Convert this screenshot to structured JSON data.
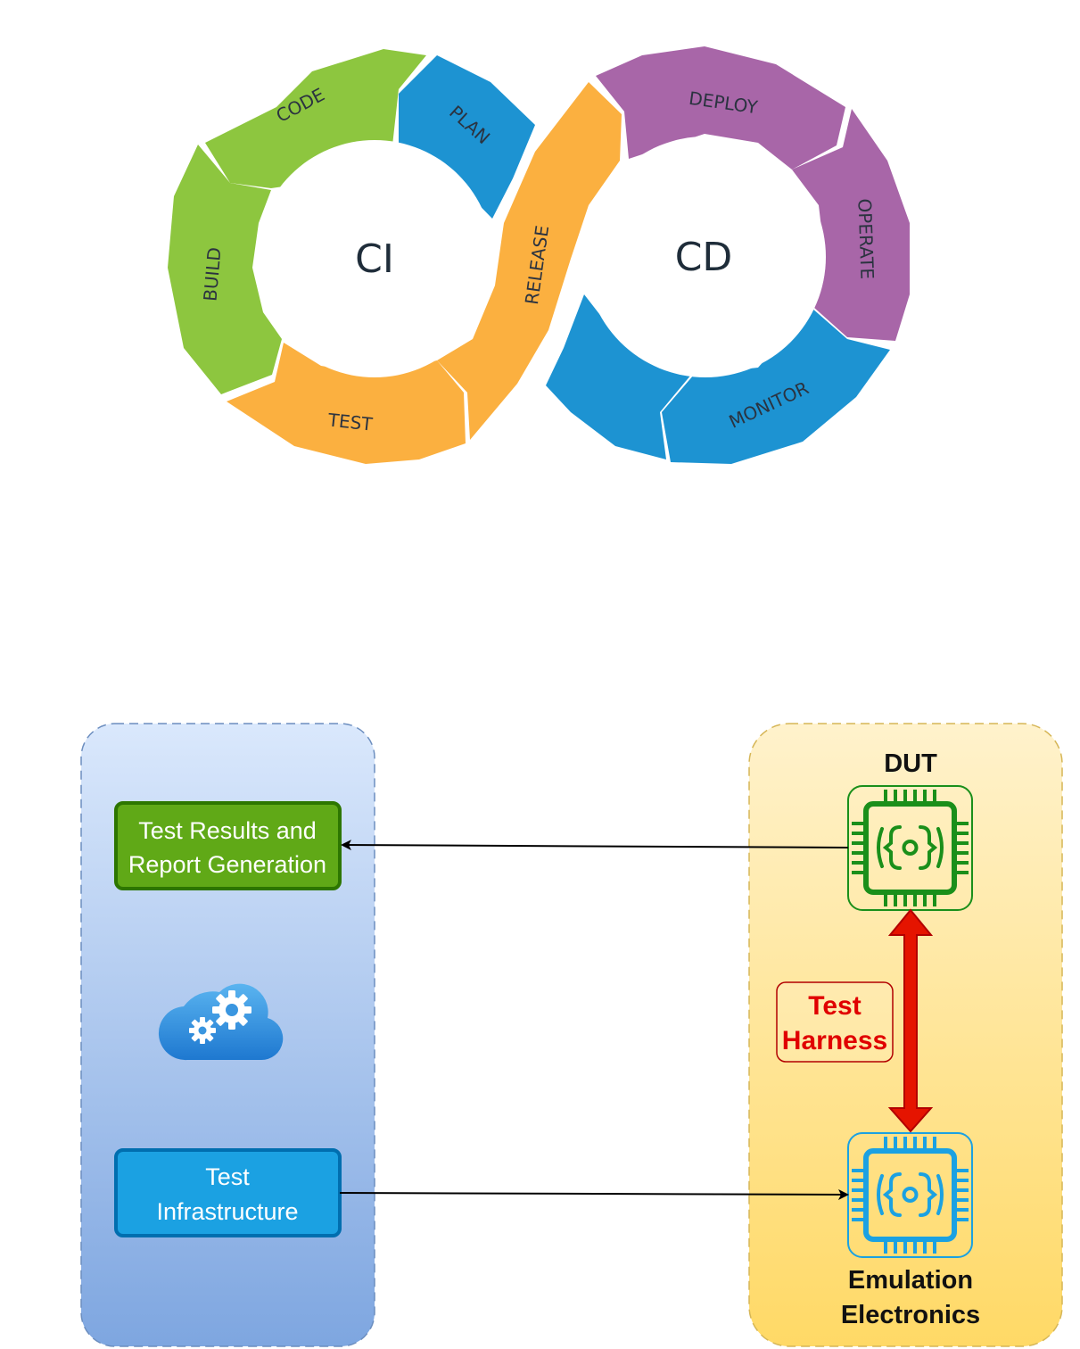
{
  "cicd": {
    "ci_label": "CI",
    "cd_label": "CD",
    "stages": {
      "code": "CODE",
      "plan": "PLAN",
      "build": "BUILD",
      "test": "TEST",
      "release": "RELEASE",
      "deploy": "DEPLOY",
      "operate": "OPERATE",
      "monitor": "MONITOR"
    },
    "colors": {
      "green": "#8dc63f",
      "blue": "#1d93d2",
      "orange": "#fbb040",
      "purple": "#a866a8"
    }
  },
  "harness": {
    "results_box": {
      "line1": "Test Results and",
      "line2": "Report Generation"
    },
    "infra_box": {
      "line1": "Test",
      "line2": "Infrastructure"
    },
    "dut_label": "DUT",
    "emulation_label": {
      "line1": "Emulation",
      "line2": "Electronics"
    },
    "harness_label": {
      "line1": "Test",
      "line2": "Harness"
    },
    "icons": [
      "cloud-gears-icon",
      "chip-icon"
    ],
    "colors": {
      "results": "#60a917",
      "infra": "#1ba1e2",
      "harness_arrow": "#e51400",
      "dut_chip": "#1a8f1a",
      "emu_chip": "#1ba1e2"
    }
  }
}
